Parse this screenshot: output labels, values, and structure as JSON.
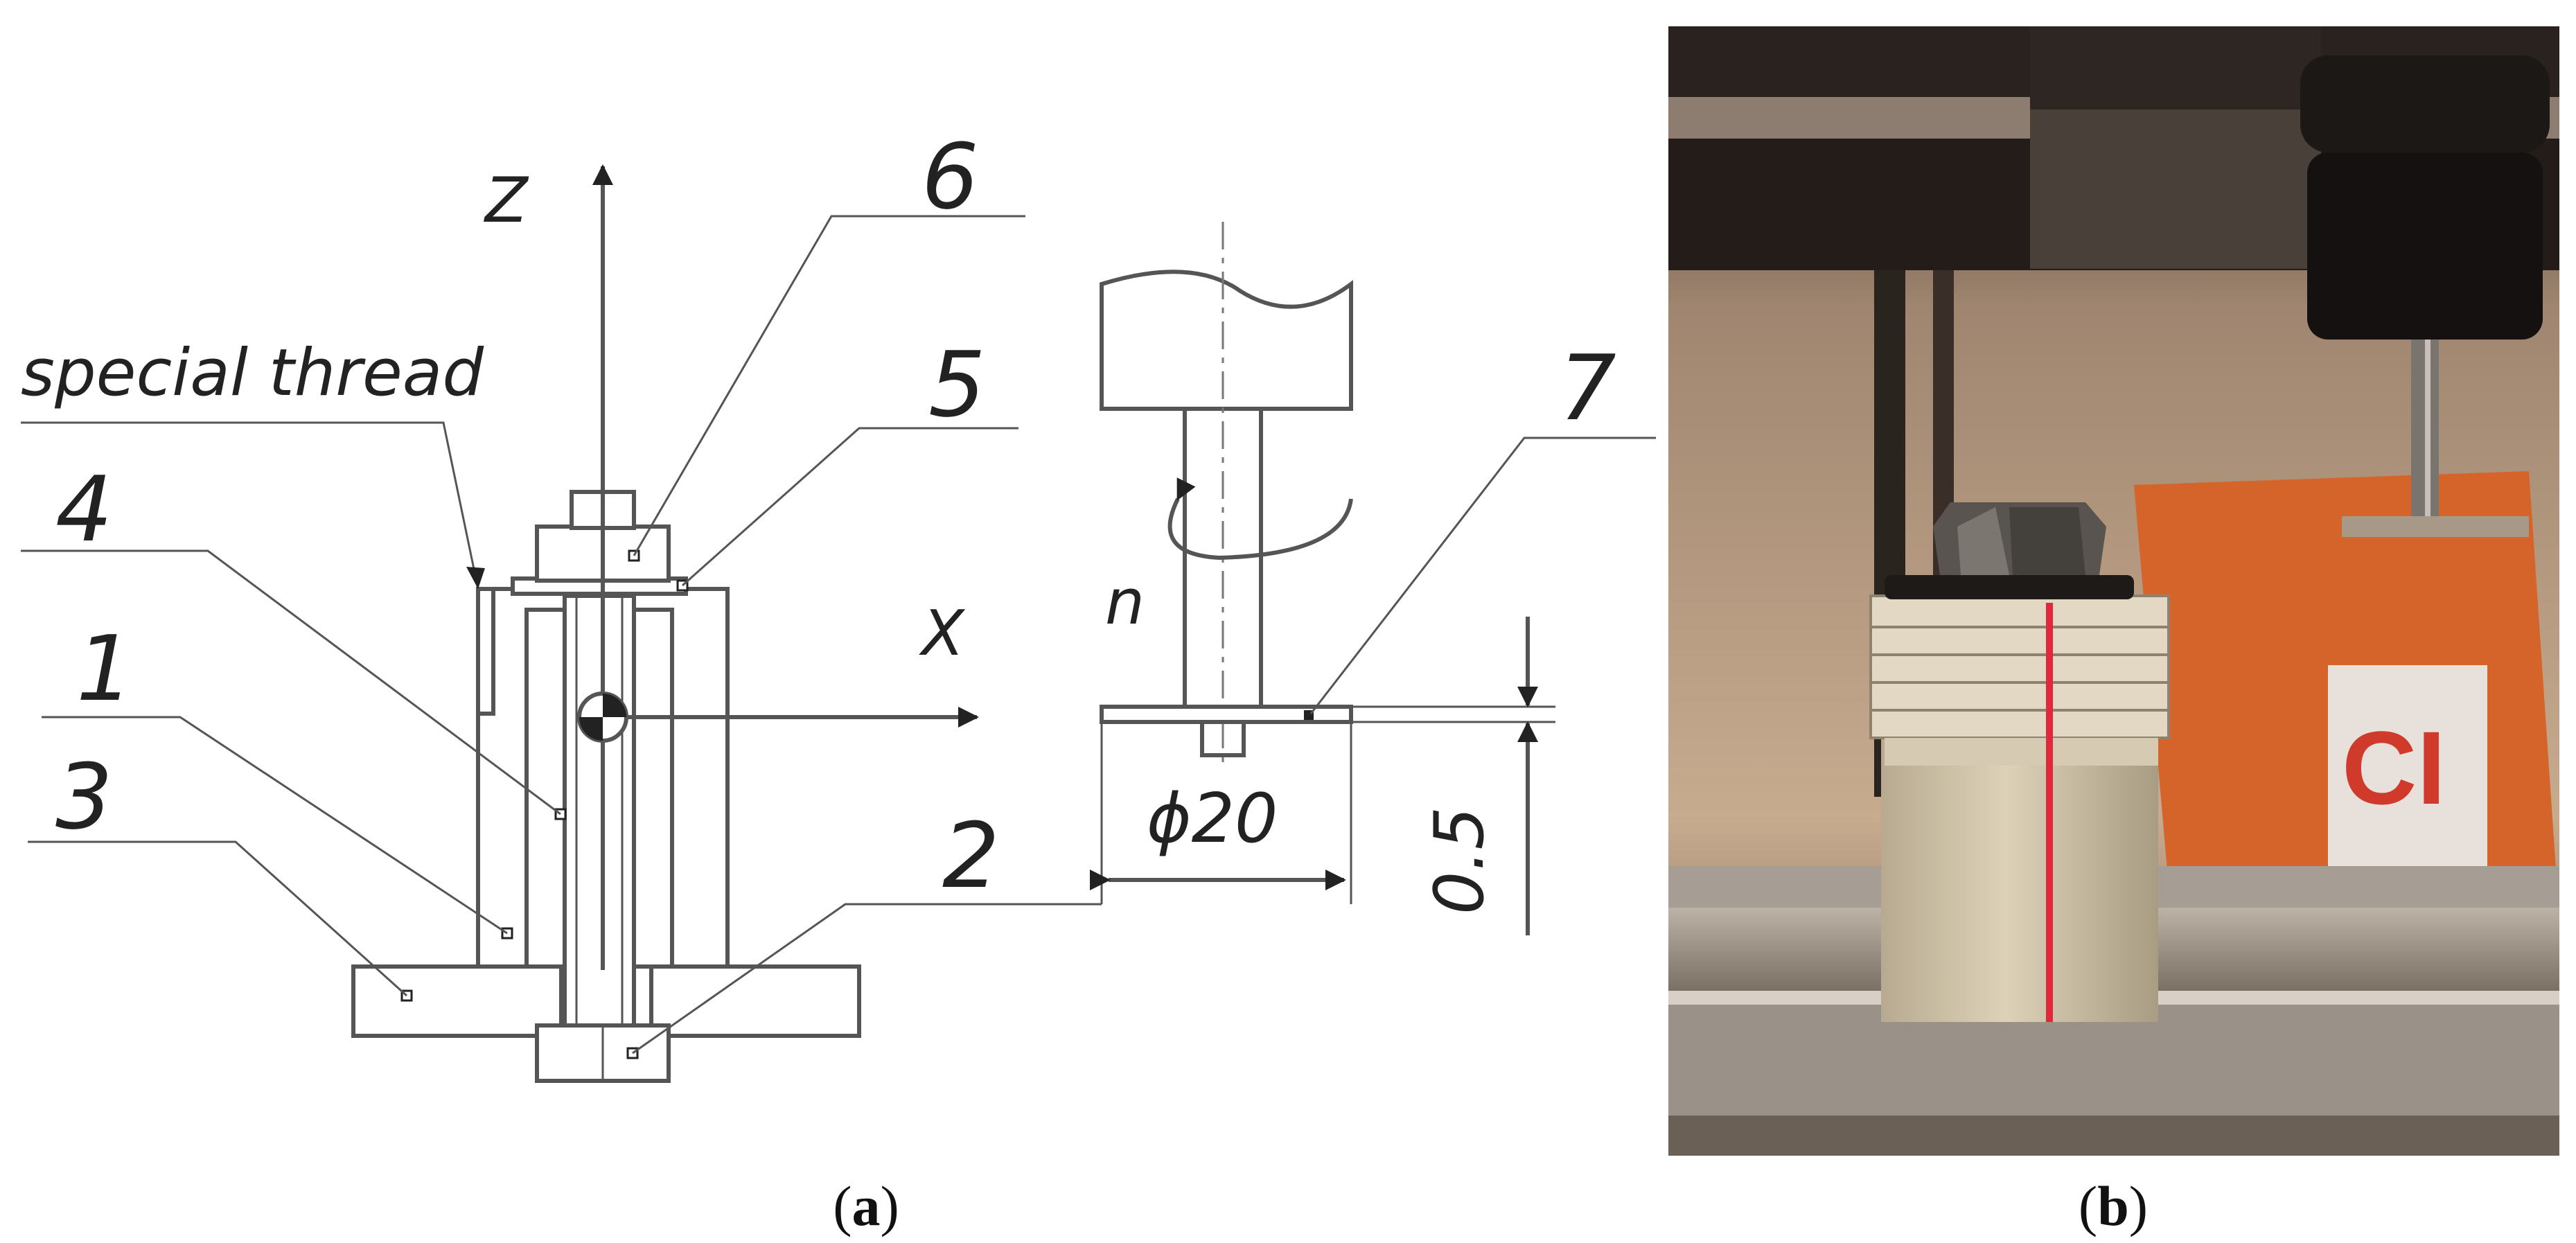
{
  "panel_a": {
    "caption_open": "(",
    "caption_letter": "a",
    "caption_close": ")",
    "axis_z": "Z",
    "axis_x": "X",
    "special_thread": "special thread",
    "rotation": "n",
    "diameter": "ϕ20",
    "thickness": "0.5",
    "part_labels": [
      "1",
      "2",
      "3",
      "4",
      "5",
      "6",
      "7"
    ]
  },
  "panel_b": {
    "caption_open": "(",
    "caption_letter": "b",
    "caption_close": ")"
  },
  "colors": {
    "line": "#555555",
    "red_stripe": "#e0283a",
    "photo_bg": "#8a7060"
  }
}
